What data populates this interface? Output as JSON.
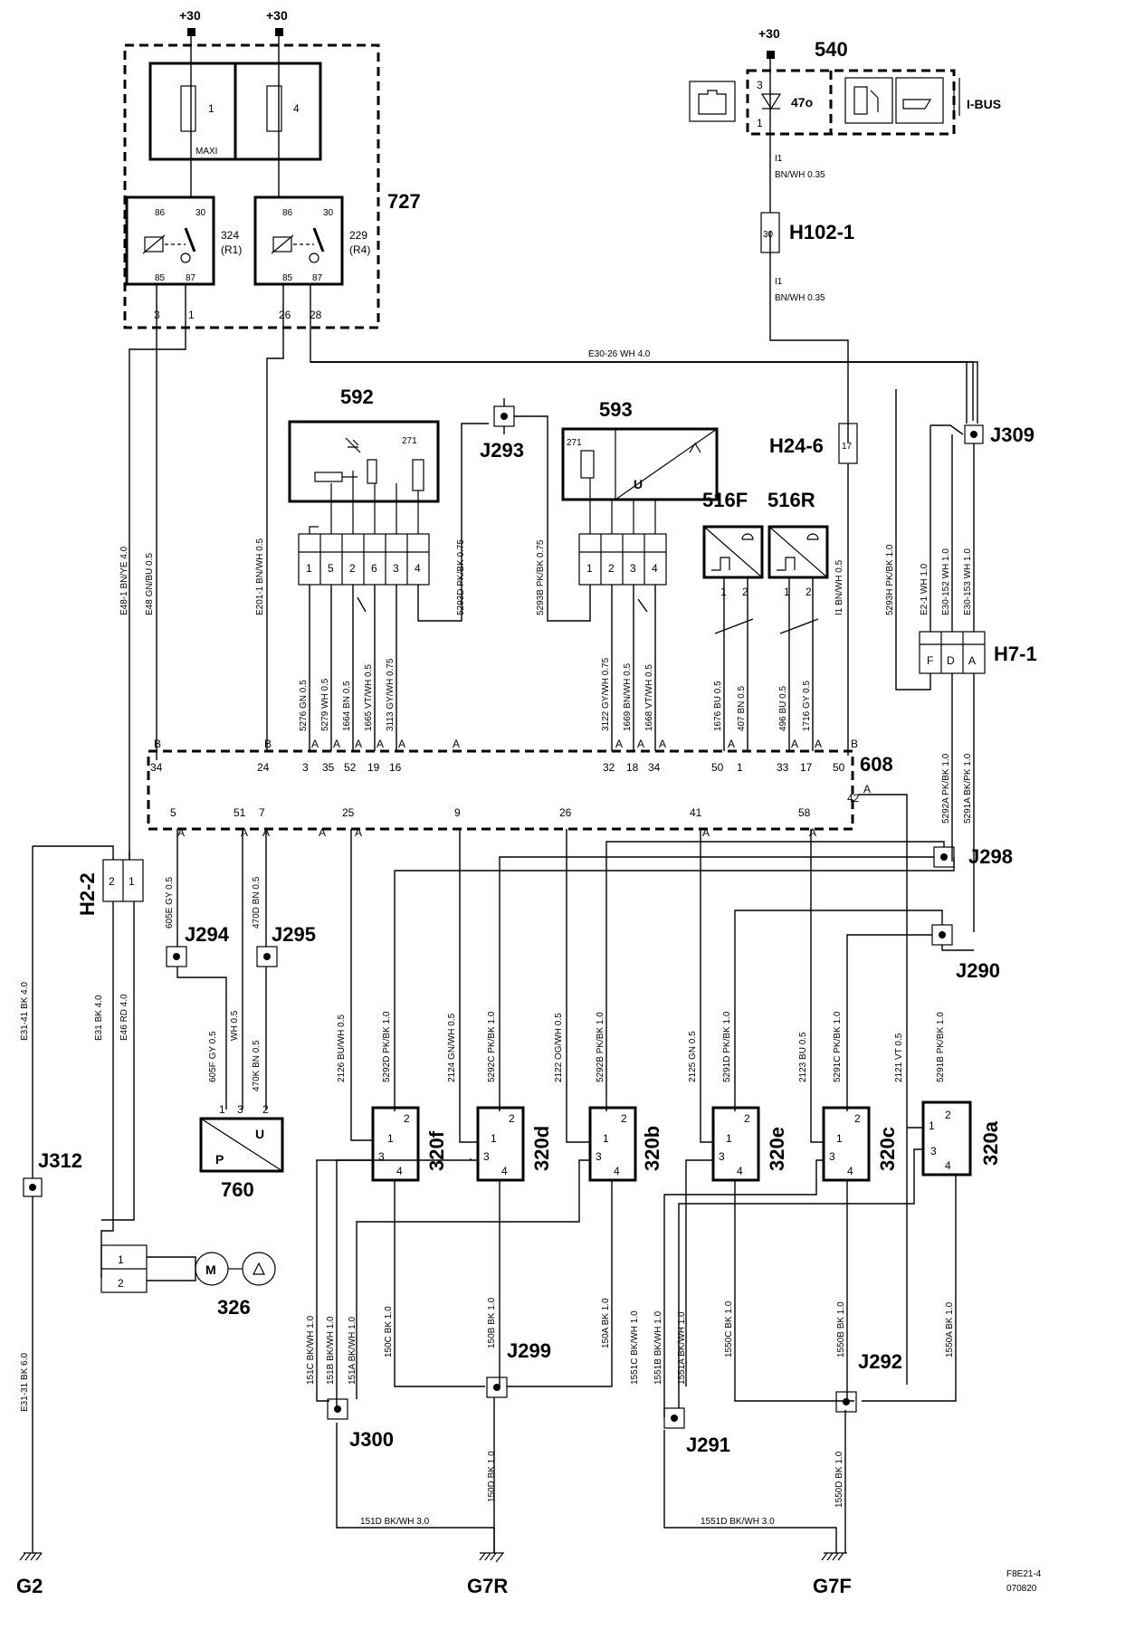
{
  "supply": {
    "plus30": "+30"
  },
  "components": {
    "c727": {
      "id": "727",
      "fuse1": "1",
      "fuse4": "4",
      "maxi": "MAXI",
      "relay_r1": {
        "id": "324",
        "sub": "(R1)",
        "pins": [
          "86",
          "30",
          "85",
          "87"
        ]
      },
      "relay_r4": {
        "id": "229",
        "sub": "(R4)",
        "pins": [
          "86",
          "30",
          "85",
          "87"
        ]
      },
      "bottom_pins": [
        "3",
        "1",
        "26",
        "28"
      ]
    },
    "c540": {
      "id": "540",
      "bulb": "47o",
      "pin_top": "3",
      "pin_bottom": "1",
      "bus": "I-BUS"
    },
    "h102": {
      "id": "H102-1",
      "pin": "30"
    },
    "h24": {
      "id": "H24-6",
      "pin": "17"
    },
    "j309": {
      "id": "J309"
    },
    "j293": {
      "id": "J293"
    },
    "c592": {
      "id": "592",
      "inner": "271",
      "pins": [
        "1",
        "5",
        "2",
        "6",
        "3",
        "4"
      ]
    },
    "c593": {
      "id": "593",
      "inner": "271",
      "u": "U",
      "pins": [
        "1",
        "2",
        "3",
        "4"
      ]
    },
    "c516f": {
      "id": "516F",
      "pins": [
        "1",
        "2"
      ]
    },
    "c516r": {
      "id": "516R",
      "pins": [
        "1",
        "2"
      ]
    },
    "h7": {
      "id": "H7-1",
      "pins": [
        "F",
        "D",
        "A"
      ]
    },
    "c608": {
      "id": "608",
      "top_pins": [
        "34",
        "24",
        "3",
        "35",
        "52",
        "19",
        "16",
        "32",
        "18",
        "34",
        "50",
        "1",
        "33",
        "17",
        "50"
      ],
      "top_letters": [
        "B",
        "B",
        "A",
        "A",
        "A",
        "A",
        "A",
        "A",
        "A",
        "A",
        "A",
        "A",
        "A",
        "A",
        "B"
      ],
      "bottom_pins": [
        "5",
        "51",
        "7",
        "25",
        "9",
        "26",
        "41",
        "58"
      ],
      "bottom_letters": [
        "A",
        "A",
        "A",
        "A",
        "A",
        "A",
        "A"
      ],
      "side_pin": "42",
      "side_letter": "A"
    },
    "h2": {
      "id": "H2-2",
      "pins": [
        "2",
        "1"
      ]
    },
    "j294": {
      "id": "J294"
    },
    "j295": {
      "id": "J295"
    },
    "j298": {
      "id": "J298"
    },
    "j290": {
      "id": "J290"
    },
    "c760": {
      "id": "760",
      "p": "P",
      "u": "U",
      "pins": [
        "1",
        "3",
        "2"
      ]
    },
    "j312": {
      "id": "J312"
    },
    "c326": {
      "id": "326",
      "motor": "M",
      "pins": [
        "1",
        "2"
      ]
    },
    "coils": {
      "c320f": {
        "id": "320f"
      },
      "c320d": {
        "id": "320d"
      },
      "c320b": {
        "id": "320b"
      },
      "c320e": {
        "id": "320e"
      },
      "c320c": {
        "id": "320c"
      },
      "c320a": {
        "id": "320a"
      },
      "pins": [
        "1",
        "2",
        "3",
        "4"
      ]
    },
    "j299": {
      "id": "J299"
    },
    "j300": {
      "id": "J300"
    },
    "j291": {
      "id": "J291"
    },
    "j292": {
      "id": "J292"
    }
  },
  "grounds": {
    "g2": "G2",
    "g7r": "G7R",
    "g7f": "G7F"
  },
  "wires": {
    "i1_a": "I1",
    "i1_a2": "BN/WH 0.35",
    "i1_b": "I1",
    "i1_b2": "BN/WH 0.35",
    "e30_26": "E30-26  WH  4.0",
    "e48_1": "E48-1 BN/YE 4.0",
    "e48": "E48  GN/BU 0.5",
    "e201": "E201-1  BN/WH 0.5",
    "w5293d": "5293D PK/BK 0.75",
    "w5293b": "5293B  PK/BK  0.75",
    "i1_bnwh": "I1  BN/WH 0.5",
    "w5293h": "5293H  PK/BK  1.0",
    "e2_1": "E2-1  WH  1.0",
    "e30_152": "E30-152  WH  1.0",
    "e30_153": "E30-153  WH  1.0",
    "w5276": "5276  GN  0.5",
    "w5279": "5279  WH  0.5",
    "w1664": "1664  BN  0.5",
    "w1665": "1665  VT/WH  0.5",
    "w3113": "3113  GY/WH  0.75",
    "w3122": "3122  GY/WH  0.75",
    "w1669": "1669  BN/WH  0.5",
    "w1668": "1668  VT/WH  0.5",
    "w1676": "1676  BU  0.5",
    "w407": "407  BN  0.5",
    "w496": "496  BU  0.5",
    "w1716": "1716  GY  0.5",
    "w5292a": "5292A  PK/BK  1.0",
    "w5291a": "5291A  BK/PK  1.0",
    "e31_41": "E31-41  BK  4.0",
    "e31": "E31  BK  4.0",
    "e46": "E46  RD  4.0",
    "w605e": "605E  GY  0.5",
    "w470d": "470D  BN  0.5",
    "w605f": "605F  GY  0.5",
    "wh05": "WH  0.5",
    "w470k": "470K  BN  0.5",
    "w2126": "2126  BU/WH  0.5",
    "w5292d": "5292D  PK/BK  1.0",
    "w2124": "2124  GN/WH  0.5",
    "w5292c": "5292C  PK/BK  1.0",
    "w2122": "2122  OG/WH  0.5",
    "w5292b": "5292B  PK/BK  1.0",
    "w2125": "2125  GN  0.5",
    "w5291d": "5291D  PK/BK  1.0",
    "w2123": "2123  BU  0.5",
    "w5291c": "5291C  PK/BK  1.0",
    "w2121": "2121  VT  0.5",
    "w5291b": "5291B  PK/BK  1.0",
    "e31_31": "E31-31  BK  6.0",
    "w151c": "151C  BK/WH  1.0",
    "w151b": "151B  BK/WH  1.0",
    "w151a": "151A  BK/WH  1.0",
    "w150c": "150C  BK  1.0",
    "w150b": "150B  BK  1.0",
    "w150a": "150A  BK  1.0",
    "w150d": "150D  BK  1.0",
    "w151d": "151D  BK/WH  3.0",
    "w1551c": "1551C  BK/WH  1.0",
    "w1551b": "1551B  BK/WH  1.0",
    "w1551a": "1551A  BK/WH  1.0",
    "w1550c": "1550C  BK  1.0",
    "w1550b": "1550B  BK  1.0",
    "w1550a": "1550A  BK  1.0",
    "w1550d": "1550D  BK  1.0",
    "w1551d": "1551D  BK/WH  3.0"
  },
  "footer": {
    "ref1": "F8E21-4",
    "ref2": "070820"
  }
}
